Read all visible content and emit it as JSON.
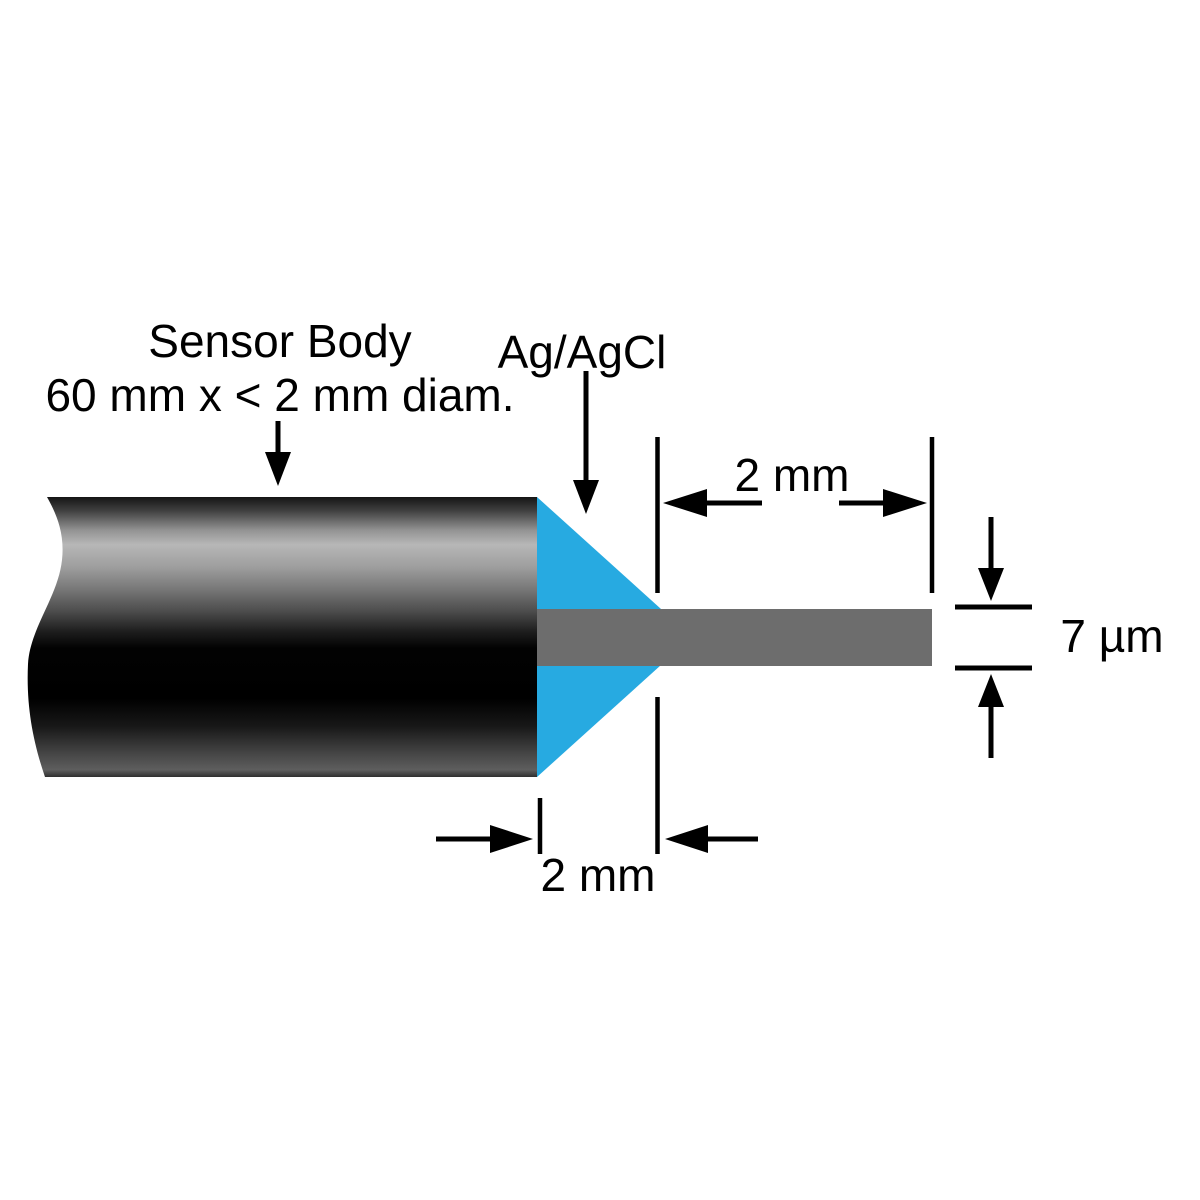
{
  "diagram": {
    "labels": {
      "sensor_body_title": "Sensor Body",
      "sensor_body_dimensions": "60 mm x < 2 mm diam.",
      "electrode_material": "Ag/AgCl"
    },
    "dimensions": {
      "exposed_fiber_length": "2 mm",
      "fiber_diameter": "7 µm",
      "taper_length": "2 mm"
    },
    "colors": {
      "background": "#ffffff",
      "line_ink": "#000000",
      "taper_cyan": "#27aae1",
      "fiber_gray": "#6d6d6d"
    }
  }
}
